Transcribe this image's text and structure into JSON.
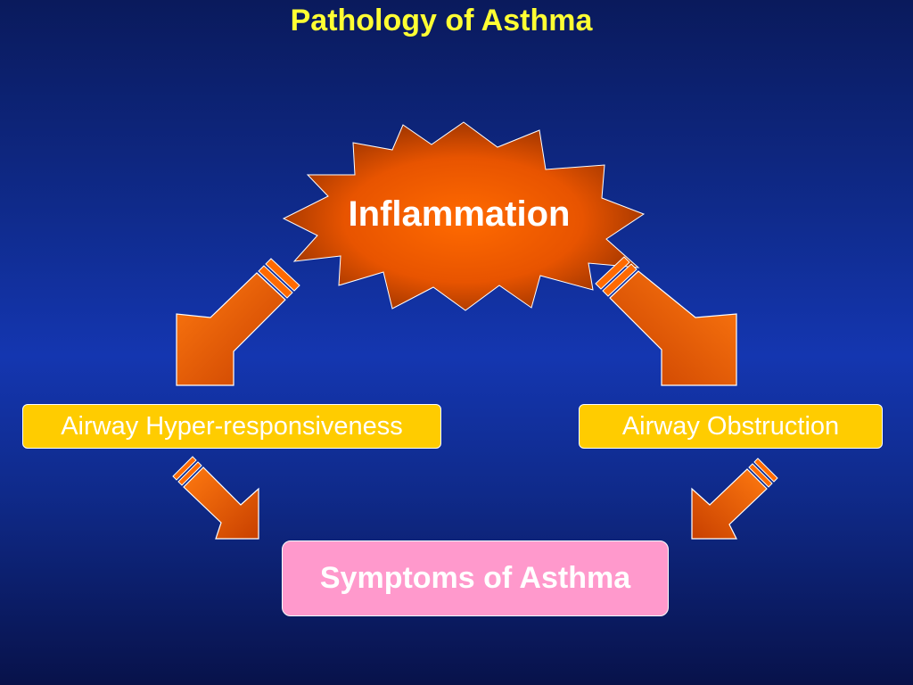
{
  "title": "Pathology of Asthma",
  "nodes": {
    "inflammation": "Inflammation",
    "airway_hyper_responsiveness": "Airway Hyper-responsiveness",
    "airway_obstruction": "Airway Obstruction",
    "symptoms": "Symptoms of Asthma"
  },
  "edges": [
    {
      "from": "Inflammation",
      "to": "Airway Hyper-responsiveness"
    },
    {
      "from": "Inflammation",
      "to": "Airway Obstruction"
    },
    {
      "from": "Airway Hyper-responsiveness",
      "to": "Symptoms of Asthma"
    },
    {
      "from": "Airway Obstruction",
      "to": "Symptoms of Asthma"
    }
  ],
  "colors": {
    "title_text": "#ffff33",
    "background": "#1436b0",
    "star_fill": "#ff6600",
    "star_edge": "#b33c00",
    "arrow_fill": "#ff6a00",
    "box_yellow": "#ffcc00",
    "box_pink": "#ff99cc",
    "box_text": "#ffffff"
  }
}
